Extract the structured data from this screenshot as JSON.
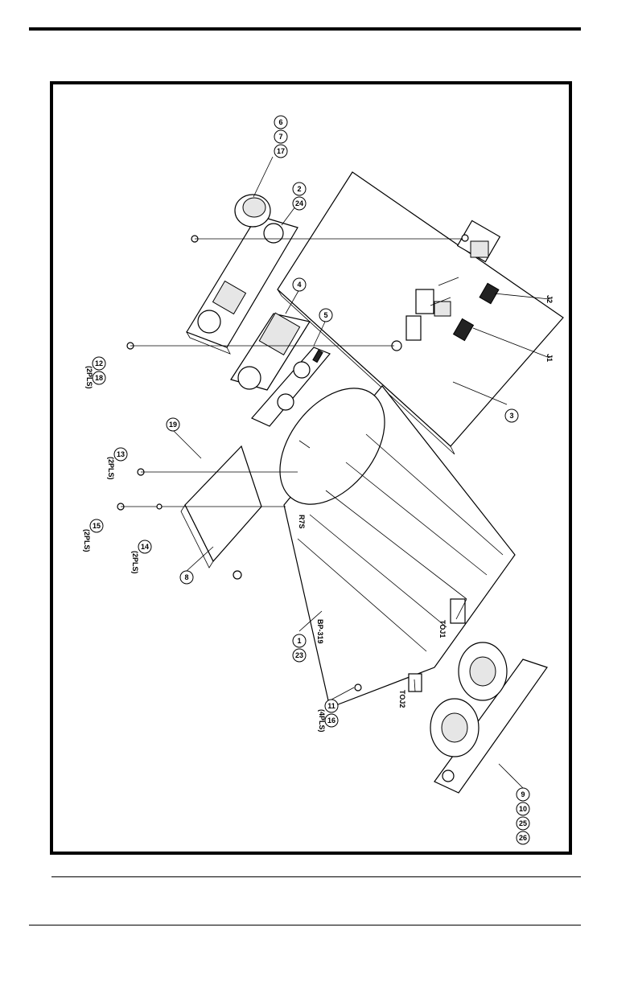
{
  "diagram": {
    "balloons": [
      "6",
      "7",
      "17",
      "2",
      "24",
      "4",
      "5",
      "12",
      "18",
      "19",
      "13",
      "15",
      "14",
      "8",
      "1",
      "23",
      "11",
      "16",
      "9",
      "10",
      "25",
      "26",
      "3"
    ],
    "qualifiers": [
      "(2PLS)",
      "(2PLS)",
      "(2PLS)",
      "(2PLS)",
      "(4PLS)"
    ],
    "connector_labels": [
      "J1",
      "J2",
      "TOJ1",
      "TOJ2"
    ],
    "housing_marking": "BP-319",
    "housing_mark_2": "R7S"
  }
}
